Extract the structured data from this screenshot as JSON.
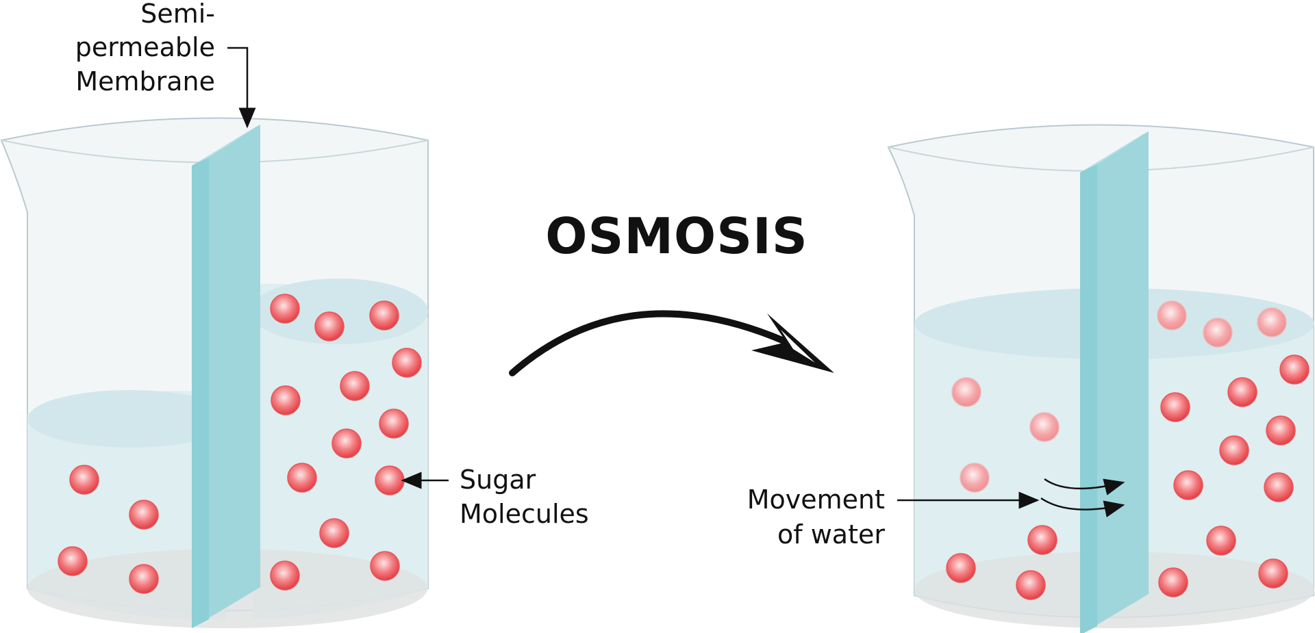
{
  "title": "OSMOSIS",
  "labels": {
    "membrane": [
      "Semi-",
      "permeable",
      "Membrane"
    ],
    "sugar": [
      "Sugar",
      "Molecules"
    ],
    "water": [
      "Movement",
      "of water"
    ]
  },
  "colors": {
    "membrane": "#a6dbe0",
    "membrane_edge": "#8fd0d6",
    "water": "#dcedf0",
    "beaker_edge": "#b9c9cf",
    "molecule": "#e84a4f",
    "text": "#111111"
  }
}
